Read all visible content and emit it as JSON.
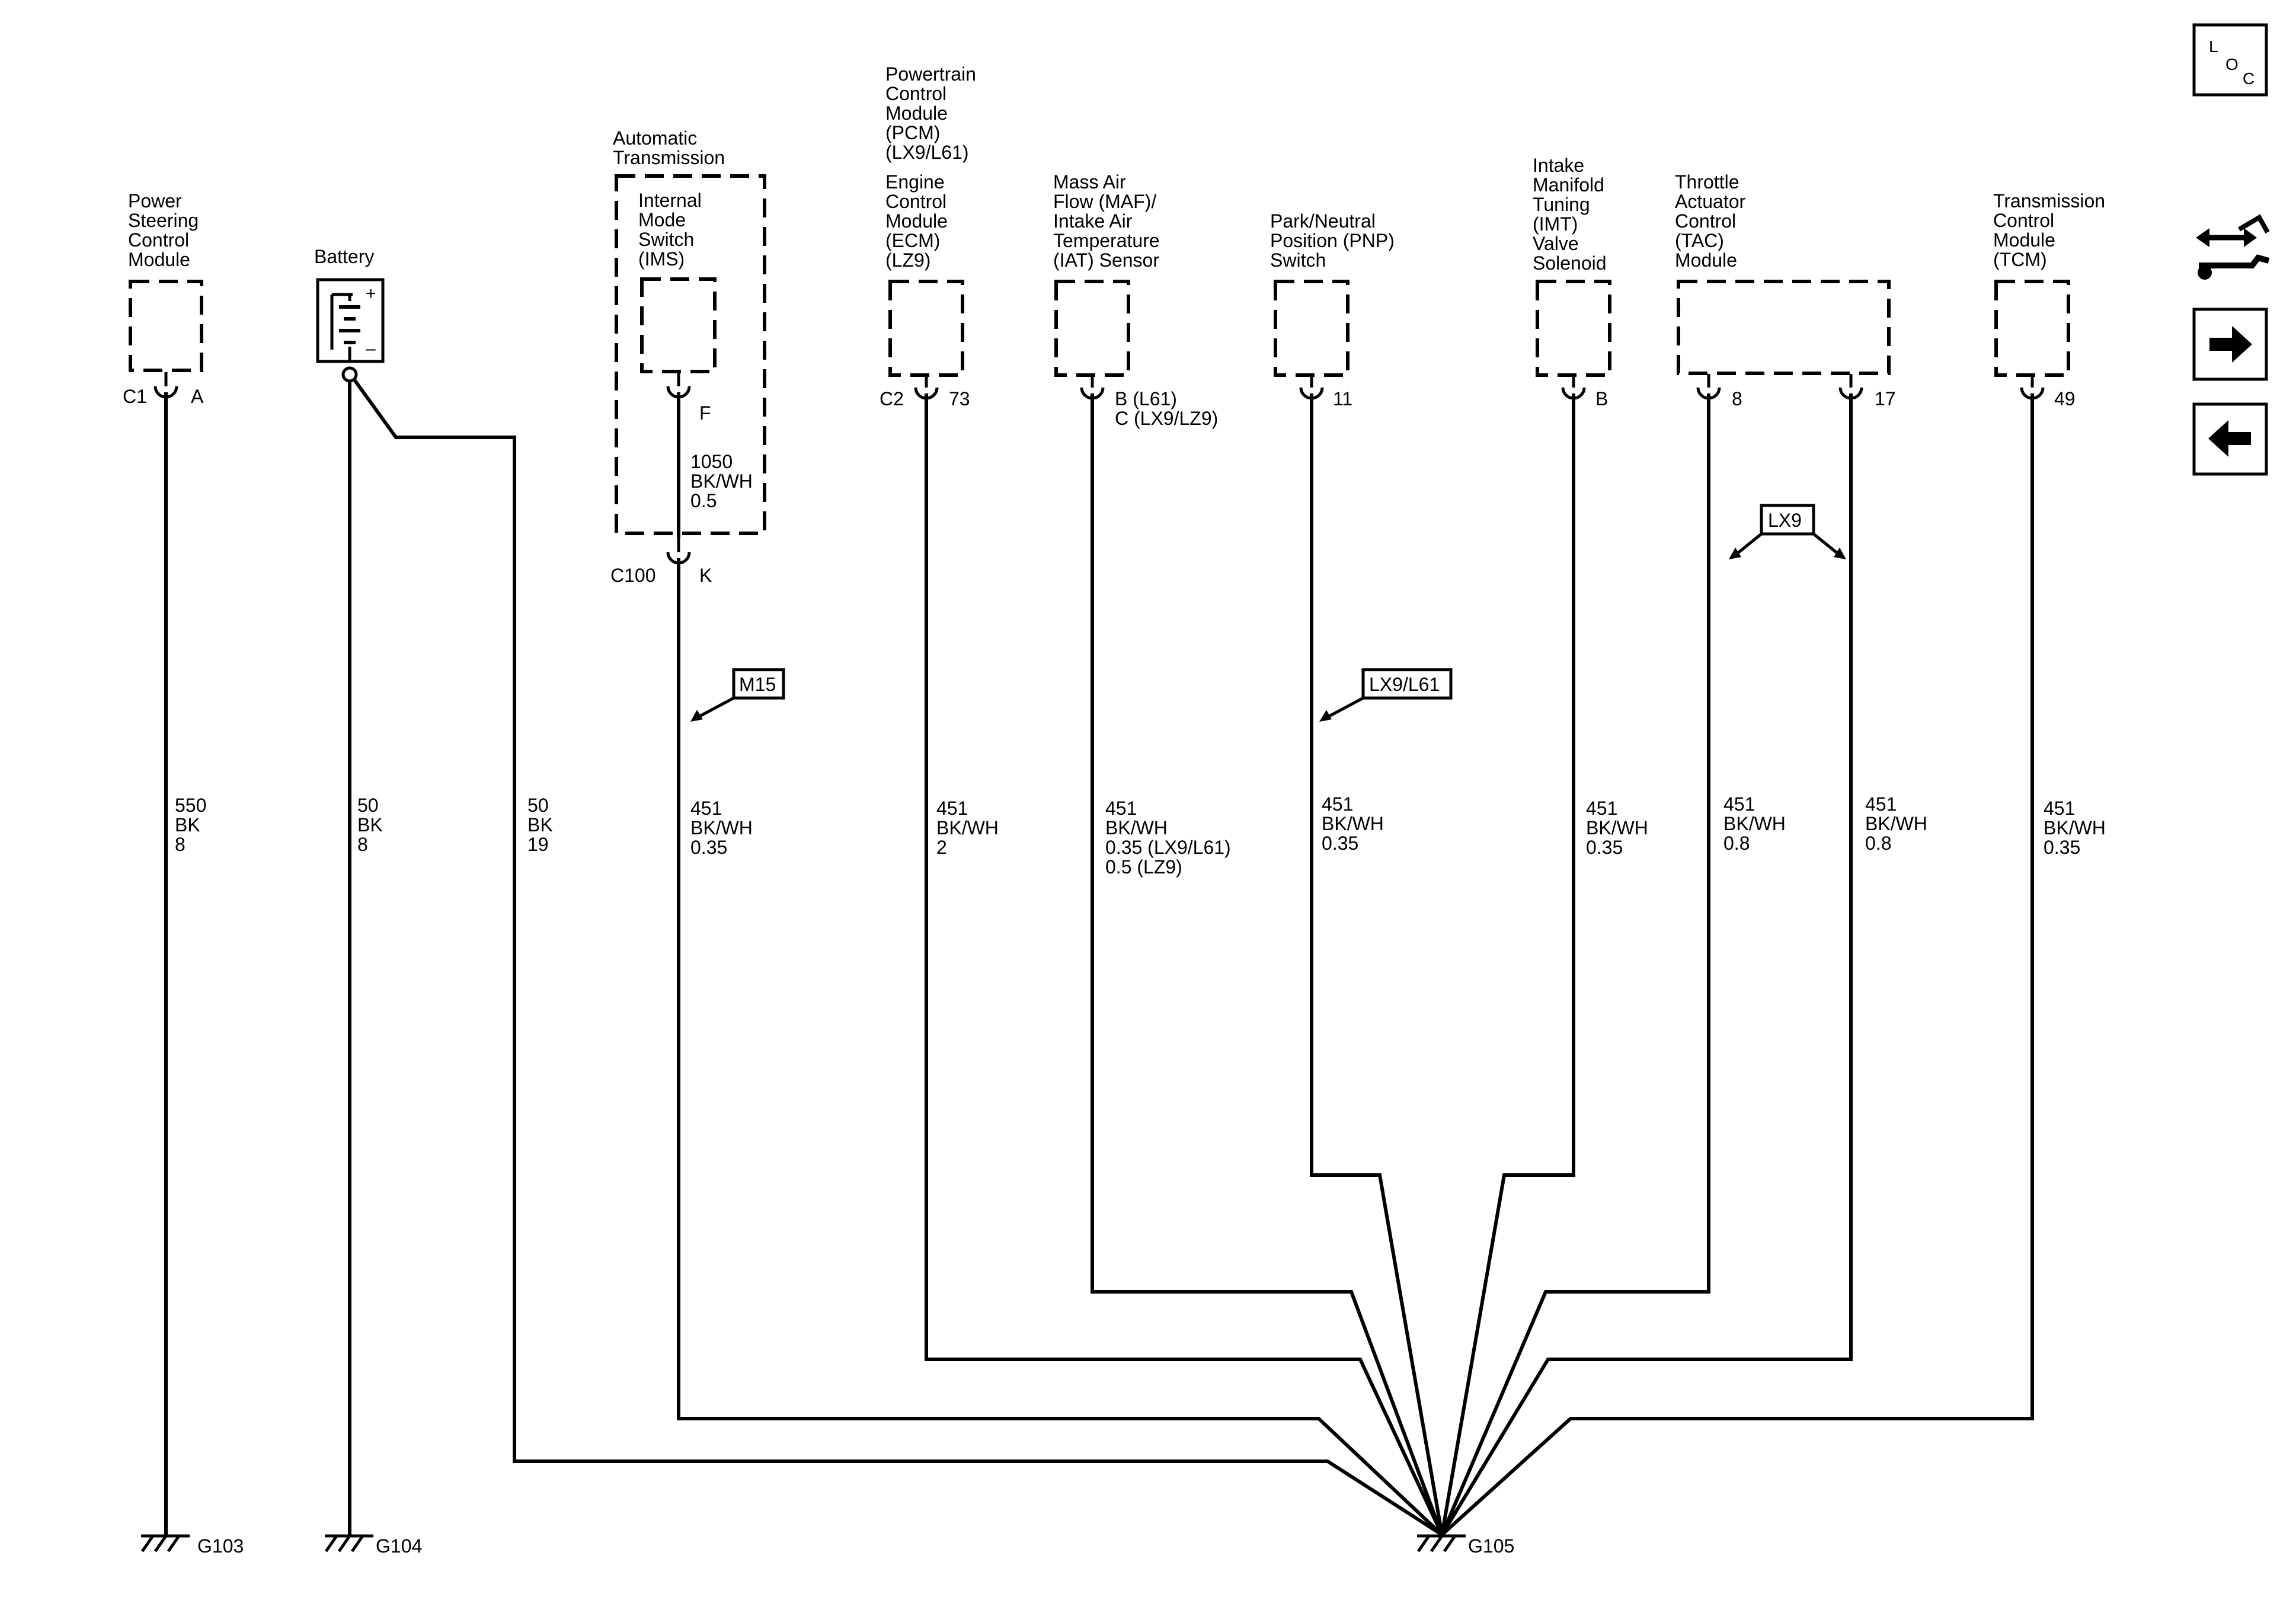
{
  "components": {
    "power_steering": [
      "Power",
      "Steering",
      "Control",
      "Module"
    ],
    "battery": "Battery",
    "auto_trans": [
      "Automatic",
      "Transmission"
    ],
    "ims": [
      "Internal",
      "Mode",
      "Switch",
      "(IMS)"
    ],
    "pcm": [
      "Powertrain",
      "Control",
      "Module",
      "(PCM)",
      "(LX9/L61)"
    ],
    "ecm": [
      "Engine",
      "Control",
      "Module",
      "(ECM)",
      "(LZ9)"
    ],
    "maf": [
      "Mass Air",
      "Flow (MAF)/",
      "Intake Air",
      "Temperature",
      "(IAT) Sensor"
    ],
    "pnp": [
      "Park/Neutral",
      "Position (PNP)",
      "Switch"
    ],
    "imt": [
      "Intake",
      "Manifold",
      "Tuning",
      "(IMT)",
      "Valve",
      "Solenoid"
    ],
    "tac": [
      "Throttle",
      "Actuator",
      "Control",
      "(TAC)",
      "Module"
    ],
    "tcm": [
      "Transmission",
      "Control",
      "Module",
      "(TCM)"
    ]
  },
  "battery_terminals": {
    "plus": "+",
    "minus": "–"
  },
  "connectors": {
    "ps_conn": "C1",
    "ps_pin": "A",
    "ims_pin": "F",
    "c100": "C100",
    "c100_pin": "K",
    "pcm_conn": "C2",
    "pcm_pin": "73",
    "maf_pin_1": "B (L61)",
    "maf_pin_2": "C (LX9/LZ9)",
    "pnp_pin": "11",
    "imt_pin": "B",
    "tac_pin_1": "8",
    "tac_pin_2": "17",
    "tcm_pin": "49"
  },
  "wires": {
    "ps": [
      "550",
      "BK",
      "8"
    ],
    "batt1": [
      "50",
      "BK",
      "8"
    ],
    "batt2": [
      "50",
      "BK",
      "19"
    ],
    "ims": [
      "1050",
      "BK/WH",
      "0.5"
    ],
    "c100": [
      "451",
      "BK/WH",
      "0.35"
    ],
    "pcm": [
      "451",
      "BK/WH",
      "2"
    ],
    "maf": [
      "451",
      "BK/WH",
      "0.35 (LX9/L61)",
      "0.5 (LZ9)"
    ],
    "pnp": [
      "451",
      "BK/WH",
      "0.35"
    ],
    "imt": [
      "451",
      "BK/WH",
      "0.35"
    ],
    "tac1": [
      "451",
      "BK/WH",
      "0.8"
    ],
    "tac2": [
      "451",
      "BK/WH",
      "0.8"
    ],
    "tcm": [
      "451",
      "BK/WH",
      "0.35"
    ]
  },
  "options": {
    "m15": "M15",
    "lx9_l61": "LX9/L61",
    "lx9": "LX9"
  },
  "grounds": {
    "g103": "G103",
    "g104": "G104",
    "g105": "G105"
  },
  "nav": {
    "loc_l": "L",
    "loc_o": "O",
    "loc_c": "C"
  }
}
